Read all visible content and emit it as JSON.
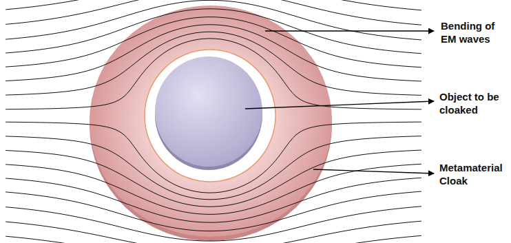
{
  "diagram": {
    "labels": [
      "Bending of EM waves",
      "Object to be cloaked",
      "Metamaterial Cloak"
    ]
  }
}
